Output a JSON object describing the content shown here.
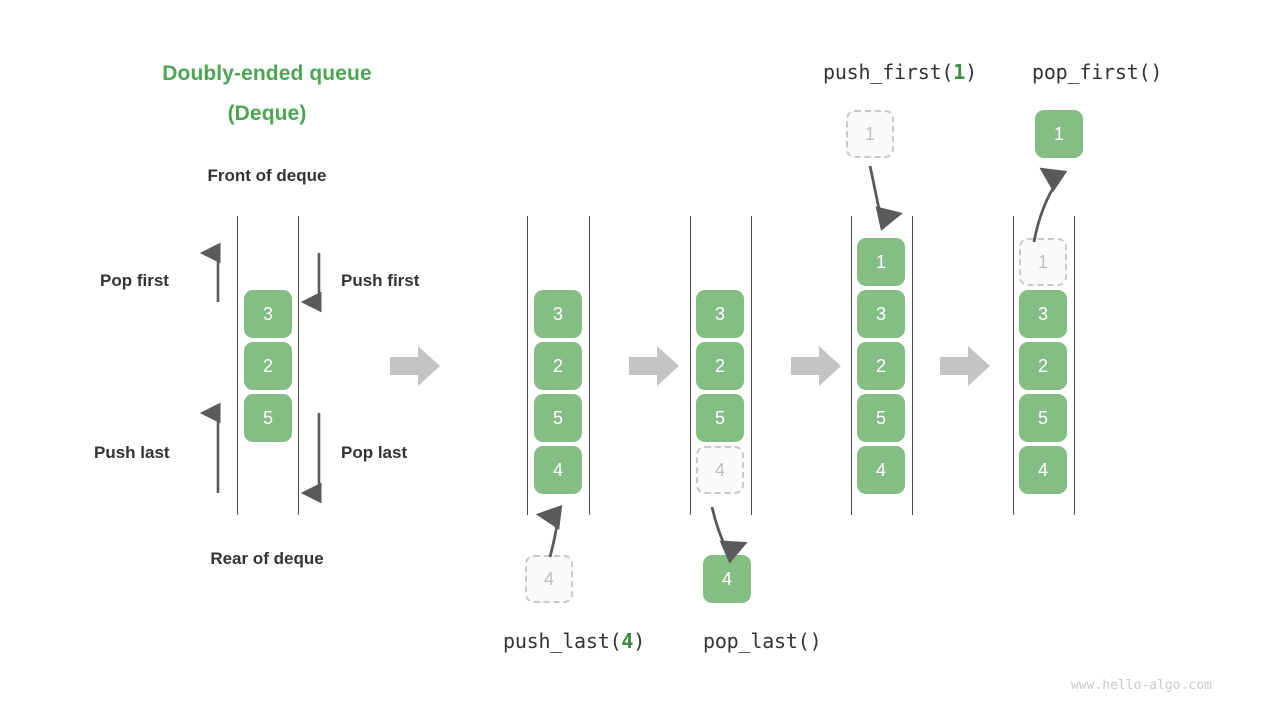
{
  "title": {
    "line1": "Doubly-ended queue",
    "line2": "(Deque)"
  },
  "legend": {
    "front": "Front of deque",
    "rear": "Rear of deque",
    "pop_first": "Pop first",
    "push_first": "Push first",
    "push_last": "Push last",
    "pop_last": "Pop last"
  },
  "operations": {
    "push_last": {
      "name": "push_last(",
      "arg": "4",
      "close": ")"
    },
    "pop_last": {
      "name": "pop_last()",
      "arg": "",
      "close": ""
    },
    "push_first": {
      "name": "push_first(",
      "arg": "1",
      "close": ")"
    },
    "pop_first": {
      "name": "pop_first()",
      "arg": "",
      "close": ""
    }
  },
  "stages": [
    {
      "id": "initial",
      "boxes": [
        {
          "value": "3",
          "ghost": false
        },
        {
          "value": "2",
          "ghost": false
        },
        {
          "value": "5",
          "ghost": false
        }
      ]
    },
    {
      "id": "after-push-last",
      "boxes": [
        {
          "value": "3",
          "ghost": false
        },
        {
          "value": "2",
          "ghost": false
        },
        {
          "value": "5",
          "ghost": false
        },
        {
          "value": "4",
          "ghost": false
        }
      ],
      "floating": {
        "value": "4",
        "ghost": true
      }
    },
    {
      "id": "after-pop-last",
      "boxes": [
        {
          "value": "3",
          "ghost": false
        },
        {
          "value": "2",
          "ghost": false
        },
        {
          "value": "5",
          "ghost": false
        },
        {
          "value": "4",
          "ghost": true
        }
      ],
      "floating": {
        "value": "4",
        "ghost": false
      }
    },
    {
      "id": "after-push-first",
      "boxes": [
        {
          "value": "1",
          "ghost": false
        },
        {
          "value": "3",
          "ghost": false
        },
        {
          "value": "2",
          "ghost": false
        },
        {
          "value": "5",
          "ghost": false
        },
        {
          "value": "4",
          "ghost": false
        }
      ],
      "floating": {
        "value": "1",
        "ghost": true
      }
    },
    {
      "id": "after-pop-first",
      "boxes": [
        {
          "value": "1",
          "ghost": true
        },
        {
          "value": "3",
          "ghost": false
        },
        {
          "value": "2",
          "ghost": false
        },
        {
          "value": "5",
          "ghost": false
        },
        {
          "value": "4",
          "ghost": false
        }
      ],
      "floating": {
        "value": "1",
        "ghost": false
      }
    }
  ],
  "colors": {
    "element": "#84BE85",
    "title": "#4CA653",
    "arrow": "#5a5a5a",
    "flow_arrow": "#c4c4c4",
    "ghost_border": "#c9c9c9",
    "rail": "#4a4a4a"
  },
  "watermark": "www.hello-algo.com"
}
